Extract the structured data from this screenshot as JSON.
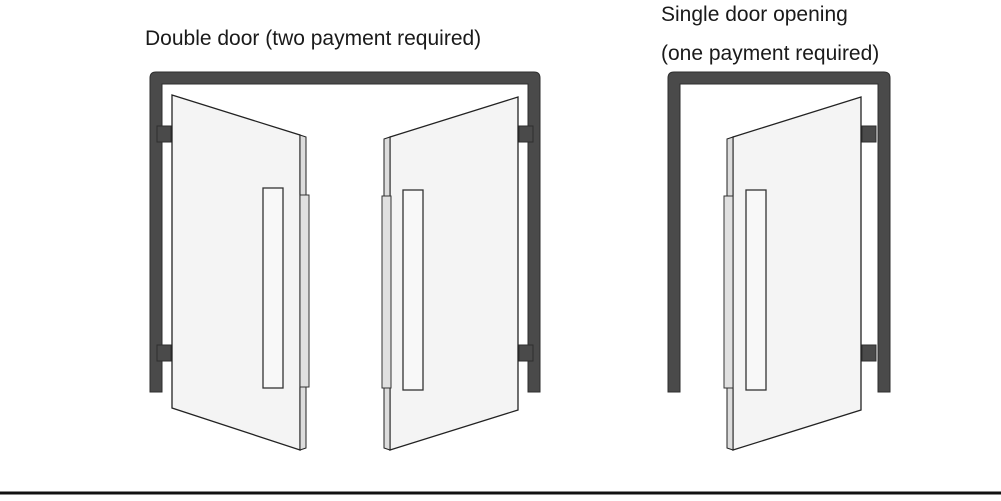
{
  "labels": {
    "double_door": "Double door (two payment required)",
    "single_door_line1": "Single door opening",
    "single_door_line2": "(one payment required)"
  },
  "colors": {
    "frame": "#4a4a4a",
    "door_fill": "#f4f4f4",
    "door_stroke": "#222222",
    "text": "#1a1a1a"
  }
}
